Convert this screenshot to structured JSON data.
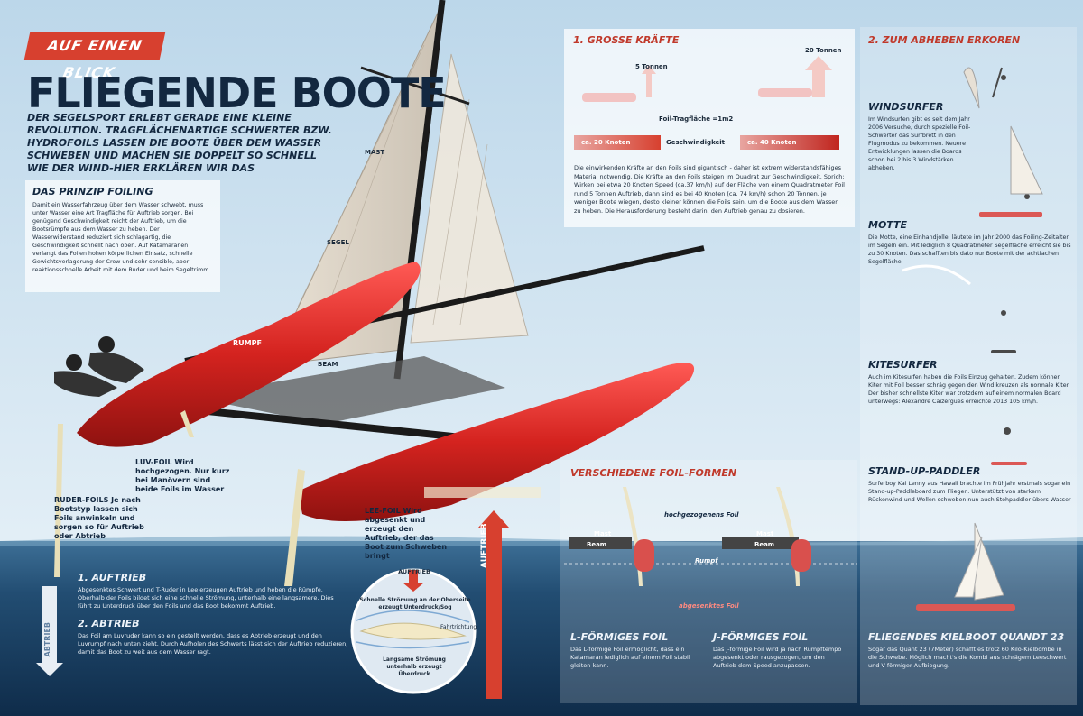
{
  "header": {
    "badge": "AUF EINEN BLICK",
    "title": "FLIEGENDE BOOTE",
    "subtitle": "Der Segelsport erlebt gerade eine kleine Revolution. Tragflächenartige Schwerter bzw. Hydrofoils lassen die Boote über dem Wasser schweben und machen sie doppelt so schnell wie der Wind-hier erklären wir das"
  },
  "prinzip": {
    "title": "DAS PRINZIP FOILING",
    "text": "Damit ein Wasserfahrzeug über dem Wasser schwebt, muss unter Wasser eine Art Tragfläche für Auftrieb sorgen. Bei genügend Geschwindigkeit reicht der Auftrieb, um die Bootsrümpfe aus dem Wasser zu heben. Der Wasserwiderstand reduziert sich schlagartig, die Geschwindigkeit schnellt nach oben. Auf Katamaranen verlangt das Foilen hohen körperlichen Einsatz, schnelle Gewichtsverlagerung der Crew und sehr sensible, aber reaktionsschnelle Arbeit mit dem Ruder und beim Segeltrimm."
  },
  "boat_labels": {
    "mast": "MAST",
    "segel": "SEGEL",
    "rumpf": "RUMPF",
    "beam": "BEAM"
  },
  "callouts": {
    "luv": "LUV-FOIL Wird hochgezogen. Nur kurz bei Manövern sind beide Foils im Wasser",
    "ruder": "RUDER-FOILS Je nach Bootstyp lassen sich Foils anwinkeln und sorgen so für Auftrieb oder Abtrieb",
    "lee": "LEE-FOIL Wird abgesenkt und erzeugt den Auftrieb, der das Boot zum Schweben bringt",
    "auftrieb_arrow": "AUFTRIEB",
    "abtrieb_arrow": "ABTRIEB"
  },
  "underwater": {
    "t1": "1. AUFTRIEB",
    "p1": "Abgesenktes Schwert und T-Ruder in Lee erzeugen Auftrieb und heben die Rümpfe. Oberhalb der Foils bildet sich eine schnelle Strömung, unterhalb eine langsamere. Dies führt zu Unterdruck über den Foils und das Boot bekommt Auftrieb.",
    "t2": "2. ABTRIEB",
    "p2": "Das Foil am Luvruder kann so ein gestellt werden, dass es Abtrieb erzeugt und den Luvrumpf nach unten zieht. Durch Aufholen des Schwerts lässt sich der Auftrieb reduzieren, damit das Boot zu weit aus dem Wasser ragt."
  },
  "circle": {
    "auftrieb": "AUFTRIEB",
    "top": "Schnelle Strömung an der Oberseite erzeugt Unterdruck/Sog",
    "fahrt": "Fahrtrichtung",
    "bottom": "Langsame Strömung unterhalb erzeugt Überdruck"
  },
  "kraefte": {
    "title": "1. GROßE KRÄFTE",
    "tons5": "5 Tonnen",
    "tons20": "20 Tonnen",
    "foilarea": "Foil-Tragfläche =1m2",
    "knots20": "ca. 20 Knoten",
    "speed": "Geschwindigkeit",
    "knots40": "ca. 40 Knoten",
    "text": "Die einwirkenden Kräfte an den Foils sind gigantisch - daher ist extrem widerstandsfähiges Material notwendig. Die Kräfte an den Foils steigen im Quadrat zur Geschwindigkeit. Sprich: Wirken bei etwa 20 Knoten Speed (ca.37 km/h) auf der Fläche von einem Quadratmeter Foil rund 5 Tonnen Auftrieb, dann sind es bei 40 Knoten (ca. 74 km/h) schon 20 Tonnen. je weniger Boote wiegen, desto kleiner können die Foils sein, um die Boote aus dem Wasser zu heben. Die Herausforderung besteht darin, den Auftrieb genau zu dosieren."
  },
  "foilformen": {
    "title": "VERSCHIEDENE FOIL-FORMEN",
    "hoch": "hochgezogenens Foil",
    "mast1": "Mast",
    "beam1": "Beam",
    "mast2": "Mast",
    "beam2": "Beam",
    "rumpf": "Rumpf",
    "abgesenkt": "abgesenktes Foil",
    "l_title": "L-FÖRMIGES FOIL",
    "l_text": "Das L-förmige Foil ermöglicht, dass ein Katamaran lediglich auf einem Foil stabil gleiten kann.",
    "j_title": "J-FÖRMIGES FOIL",
    "j_text": "Das J-förmige Foil wird ja nach Rumpftempo abgesenkt oder rausgezogen, um den Auftrieb dem Speed anzupassen."
  },
  "sidebar": {
    "title": "2. ZUM ABHEBEN ERKOREN",
    "wind_title": "WINDSURFER",
    "wind_text": "Im Windsurfen gibt es seit dem Jahr 2006 Versuche, durch spezielle Foil-Schwerter das Surfbrett in den Flugmodus zu bekommen. Neuere Entwicklungen lassen die Boards schon bei 2 bis 3 Windstärken abheben.",
    "motte_title": "MOTTE",
    "motte_text": "Die Motte, eine Einhandjolle, läutete im Jahr 2000 das Foiling-Zeitalter im Segeln ein. Mit lediglich 8 Quadratmeter Segelfläche erreicht sie bis zu 30 Knoten. Das schafften bis dato nur Boote mit der achtfachen Segelfläche.",
    "kite_title": "KITESURFER",
    "kite_text": "Auch im Kitesurfen haben die Foils Einzug gehalten. Zudem können Kiter mit Foil besser schräg gegen den Wind kreuzen als normale Kiter. Der bisher schnellste Kiter war trotzdem auf einem normalen Board unterwegs: Alexandre Caizergues erreichte 2013 105 km/h.",
    "sup_title": "STAND-UP-PADDLER",
    "sup_text": "Surferboy Kai Lenny aus Hawaii brachte im Frühjahr erstmals sogar ein Stand-up-Paddleboard zum Fliegen. Unterstützt von starkem Rückenwind und Wellen schweben nun auch Stehpaddler übers Wasser",
    "kiel_title": "FLIEGENDES KIELBOOT QUANDT 23",
    "kiel_text": "Sogar das Quant 23 (7Meter) schafft es trotz 60 Kilo-Kielbombe in die Schwebe. Möglich macht's die Kombi aus schrägem Leeschwert und V-förmiger Aufbiegung."
  }
}
